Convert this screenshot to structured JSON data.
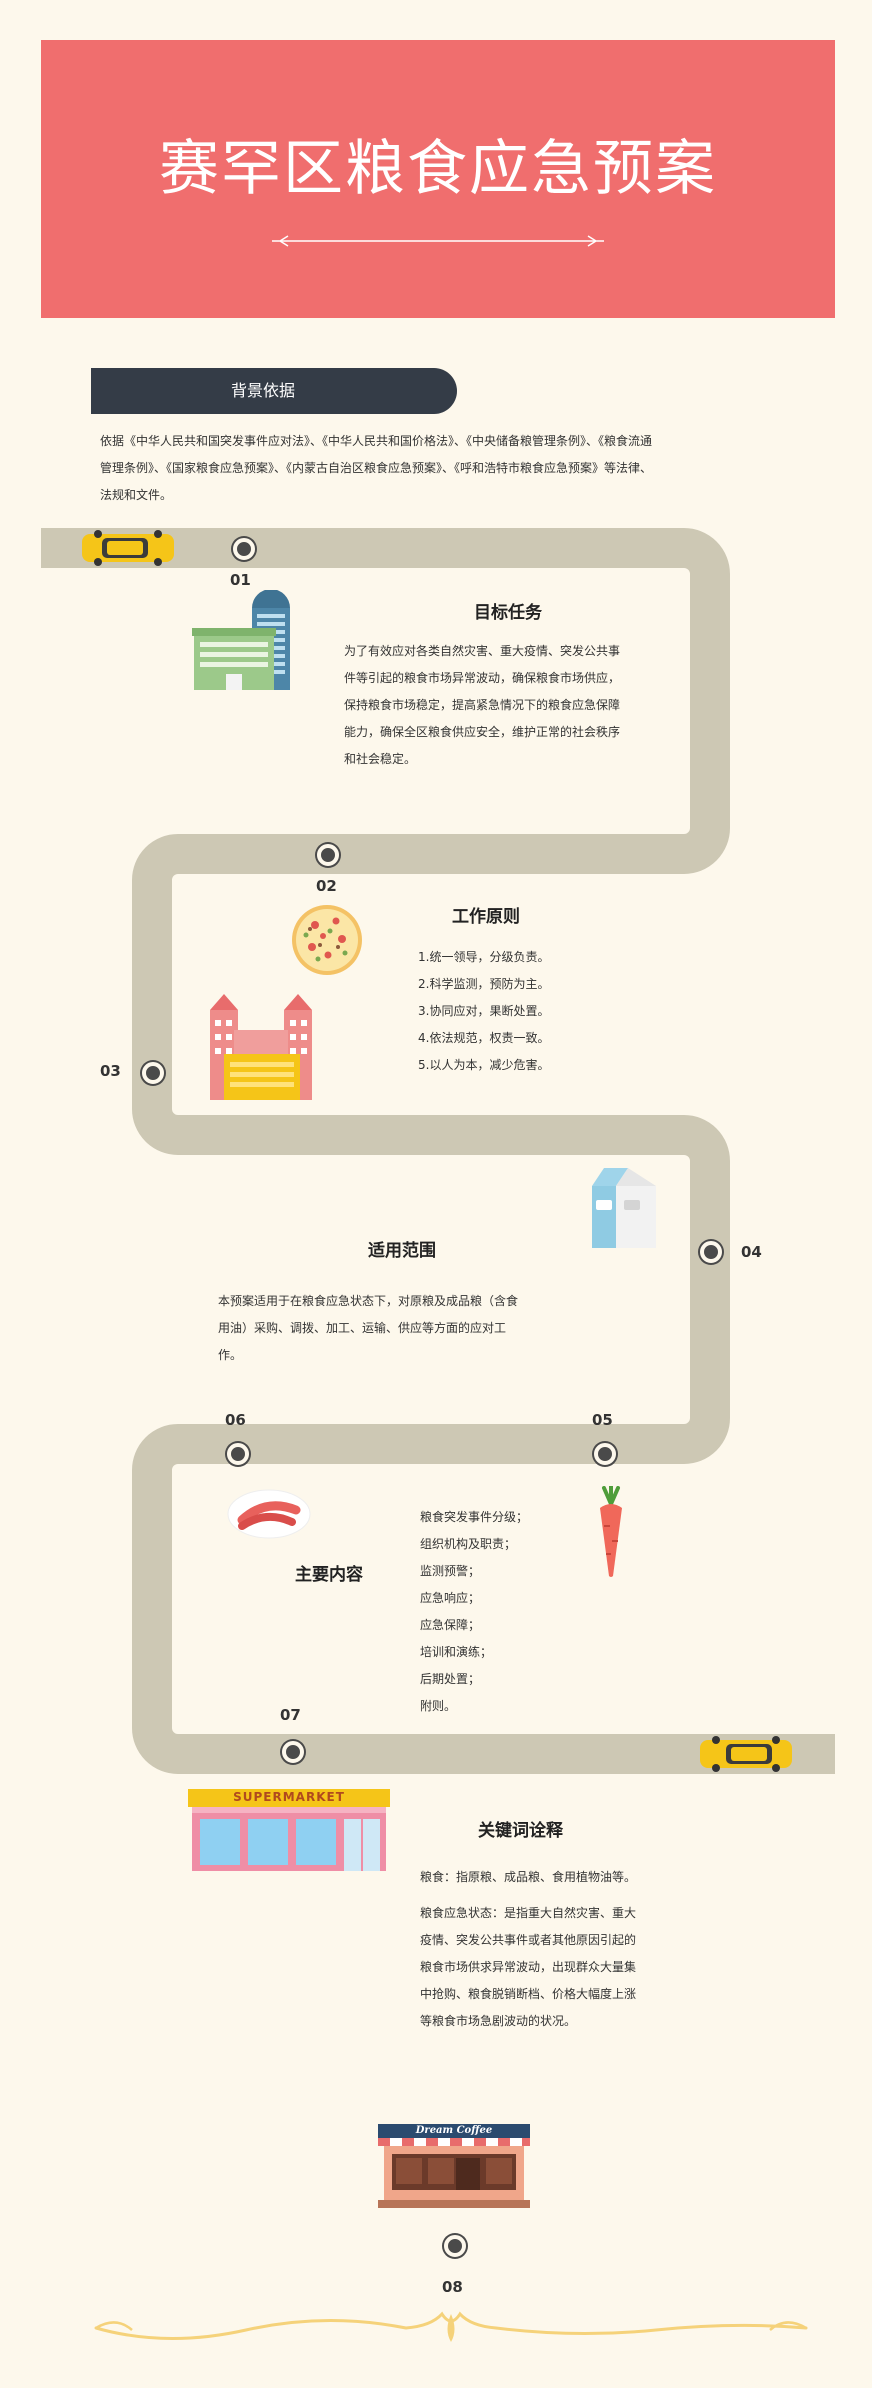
{
  "header": {
    "title": "赛罕区粮食应急预案"
  },
  "background": {
    "label": "背景依据",
    "lines": [
      "依据《中华人民共和国突发事件应对法》、《中华人民共和国价格法》、《中央储备粮管理条例》、《粮食流通",
      "管理条例》、《国家粮食应急预案》、《内蒙古自治区粮食应急预案》、《呼和浩特市粮食应急预案》等法律、",
      "法规和文件。"
    ]
  },
  "sections": {
    "s01": {
      "number": "01",
      "title": "目标任务",
      "lines": [
        "为了有效应对各类自然灾害、重大疫情、突发公共事",
        "件等引起的粮食市场异常波动，确保粮食市场供应，",
        "保持粮食市场稳定，提高紧急情况下的粮食应急保障",
        "能力，确保全区粮食供应安全，维护正常的社会秩序",
        "和社会稳定。"
      ]
    },
    "s02": {
      "number": "02",
      "title": "工作原则",
      "lines": [
        "1.统一领导，分级负责。",
        "2.科学监测，预防为主。",
        "3.协同应对，果断处置。",
        "4.依法规范，权责一致。",
        "5.以人为本，减少危害。"
      ]
    },
    "s03": {
      "number": "03"
    },
    "s04": {
      "number": "04",
      "title": "适用范围",
      "lines": [
        "本预案适用于在粮食应急状态下，对原粮及成品粮（含食",
        "用油）采购、调拨、加工、运输、供应等方面的应对工",
        "作。"
      ]
    },
    "s05": {
      "number": "05"
    },
    "s06": {
      "number": "06",
      "title": "主要内容",
      "lines": [
        "粮食突发事件分级；",
        "组织机构及职责；",
        "监测预警；",
        "应急响应；",
        "应急保障；",
        "培训和演练；",
        "后期处置；",
        "附则。"
      ]
    },
    "s07": {
      "number": "07",
      "title": "关键词诠释",
      "lines": [
        "粮食：指原粮、成品粮、食用植物油等。",
        "",
        "粮食应急状态：是指重大自然灾害、重大",
        "疫情、突发公共事件或者其他原因引起的",
        "粮食市场供求异常波动，出现群众大量集",
        "中抢购、粮食脱销断档、价格大幅度上涨",
        "等粮食市场急剧波动的状况。"
      ]
    },
    "s08": {
      "number": "08"
    }
  },
  "signs": {
    "supermarket": "SUPERMARKET",
    "cafe": "Dream Coffee"
  },
  "colors": {
    "banner": "#f06e6e",
    "road": "#cdc8b4",
    "label_bg": "#343c47",
    "page": "#fdf8ec"
  }
}
